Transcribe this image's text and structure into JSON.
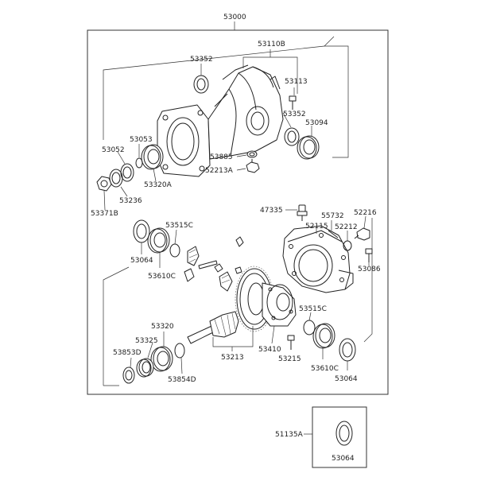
{
  "labels": {
    "assembly": "53000",
    "carrier_assy": "53110B",
    "seal_left": "53352",
    "bolt": "53113",
    "seal_right": "53352",
    "bearing_right": "53094",
    "washer_drain": "53885",
    "drain_plug": "52213A",
    "spacer": "53053",
    "washer_small": "53052",
    "bearing_left": "53320A",
    "shim_left": "53236",
    "nut_flange": "53371B",
    "breather": "47335",
    "cover_pin": "55732",
    "cover": "52115",
    "plug_filler": "52216",
    "gasket_filler": "52212",
    "cover_bolt": "53086",
    "side_bearing_l": "53515C",
    "ring_l": "53064",
    "bearing_cone_l": "53610C",
    "side_bearing_r": "53515C",
    "bearing_cone_r": "53610C",
    "ring_r": "53064",
    "diff_case": "53410",
    "case_bolt": "53215",
    "gear_set": "53213",
    "pinion_bearing": "53320",
    "pinion_race": "53325",
    "pinion_shim": "53853D",
    "collapsible_spacer": "53854D",
    "kit": "51135A",
    "kit_ring": "53064"
  }
}
